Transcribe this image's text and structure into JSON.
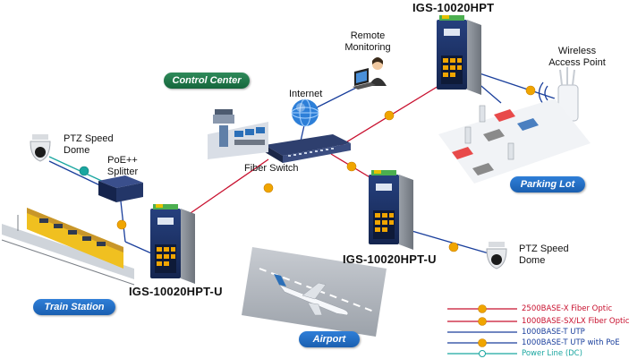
{
  "labels": {
    "remote_monitoring": "Remote\nMonitoring",
    "internet": "Internet",
    "control_center": "Control Center",
    "fiber_switch": "Fiber Switch",
    "ptz_dome_top": "PTZ Speed\nDome",
    "poe_splitter": "PoE++\nSplitter",
    "wireless_ap": "Wireless\nAccess Point",
    "parking_lot": "Parking Lot",
    "train_station": "Train Station",
    "airport": "Airport",
    "ptz_dome_bottom": "PTZ Speed\nDome"
  },
  "models": {
    "top": "IGS-10020HPT",
    "middle": "IGS-10020HPT-U",
    "left": "IGS-10020HPT-U"
  },
  "legend": [
    {
      "label": "2500BASE-X Fiber Optic",
      "color": "#c8102e",
      "badge": true
    },
    {
      "label": "1000BASE-SX/LX Fiber Optic",
      "color": "#c8102e",
      "badge": true
    },
    {
      "label": "1000BASE-T UTP",
      "color": "#1a3f9c",
      "badge": false
    },
    {
      "label": "1000BASE-T UTP with PoE",
      "color": "#1a3f9c",
      "badge": true
    },
    {
      "label": "Power Line (DC)",
      "color": "#1aa6a0",
      "badge": false
    }
  ],
  "colors": {
    "fiber": "#c8102e",
    "utp": "#1a3f9c",
    "power": "#1aa6a0",
    "pill_blue": "#1a5fb0",
    "pill_green": "#15663c",
    "badge": "#f0a500"
  }
}
